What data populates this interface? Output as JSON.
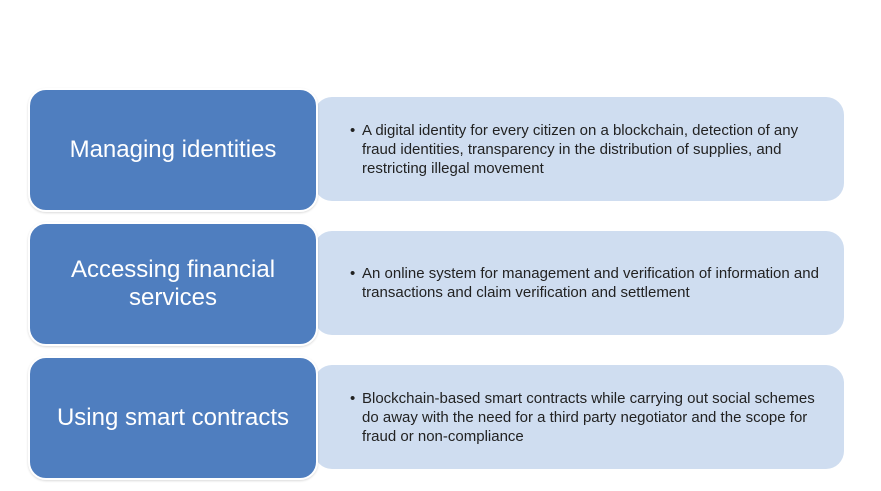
{
  "colors": {
    "label_fill": "#4f7ebf",
    "detail_fill": "#cfddf0",
    "label_text": "#ffffff",
    "detail_text": "#222222"
  },
  "rows": [
    {
      "label": "Managing identities",
      "bullet": "A digital identity for every citizen on a blockchain, detection of any fraud identities, transparency in the distribution of supplies, and restricting illegal movement"
    },
    {
      "label": "Accessing financial services",
      "bullet": "An online system for management and verification of information and transactions and claim verification and settlement"
    },
    {
      "label": "Using smart contracts",
      "bullet": "Blockchain-based smart contracts while carrying out social schemes do away with the need for a third party negotiator and the scope for fraud or non-compliance"
    }
  ]
}
